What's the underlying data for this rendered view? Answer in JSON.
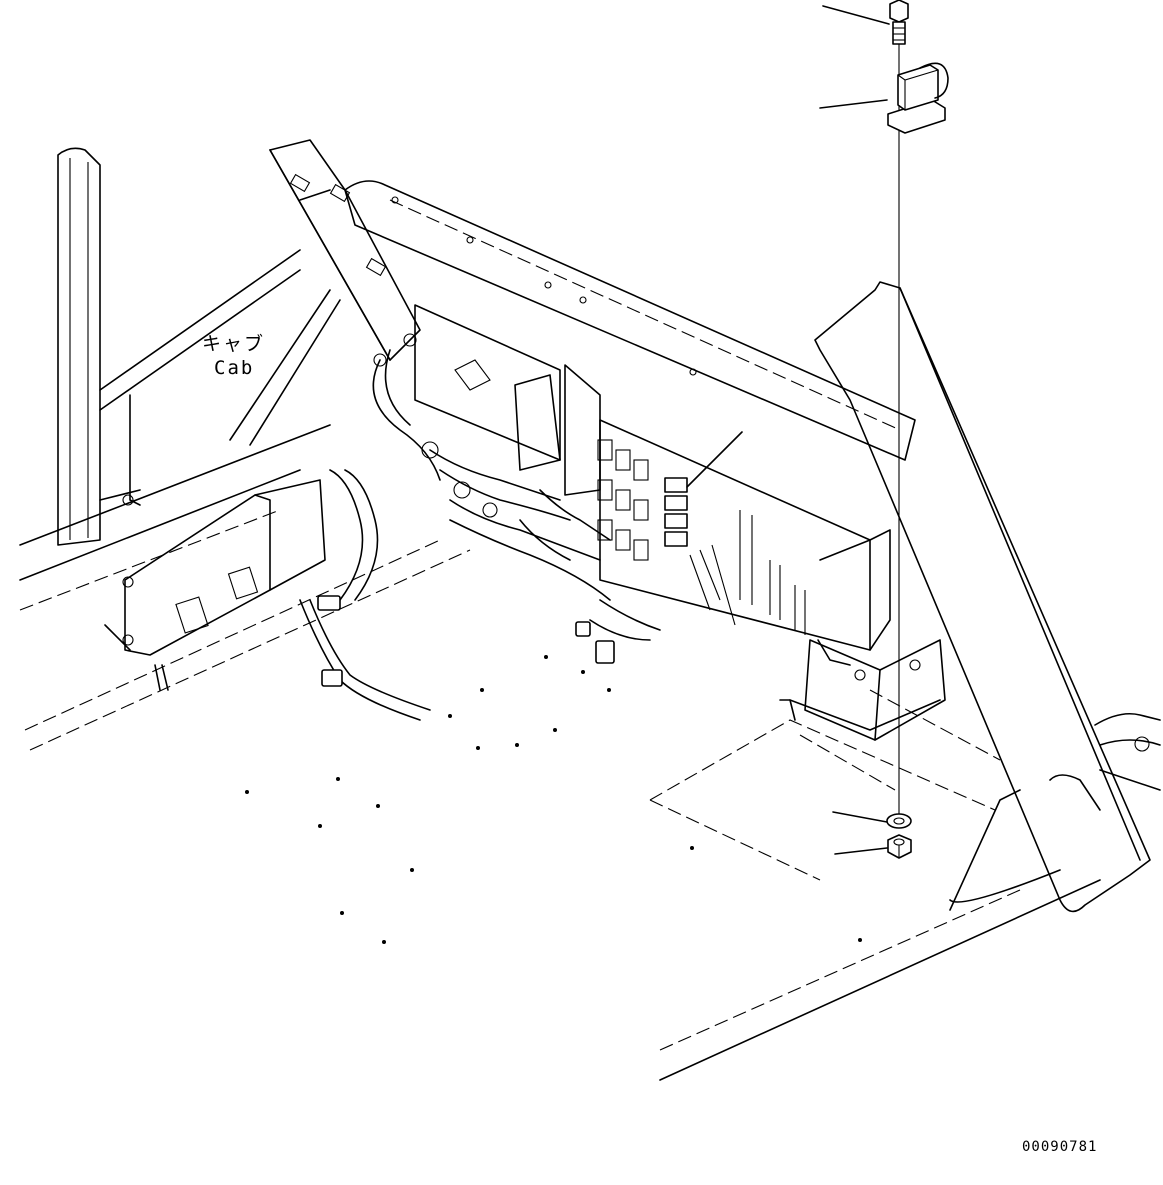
{
  "labels": {
    "cab_jp": "キャブ",
    "cab_en": "Cab",
    "drawing_number": "00090781"
  }
}
